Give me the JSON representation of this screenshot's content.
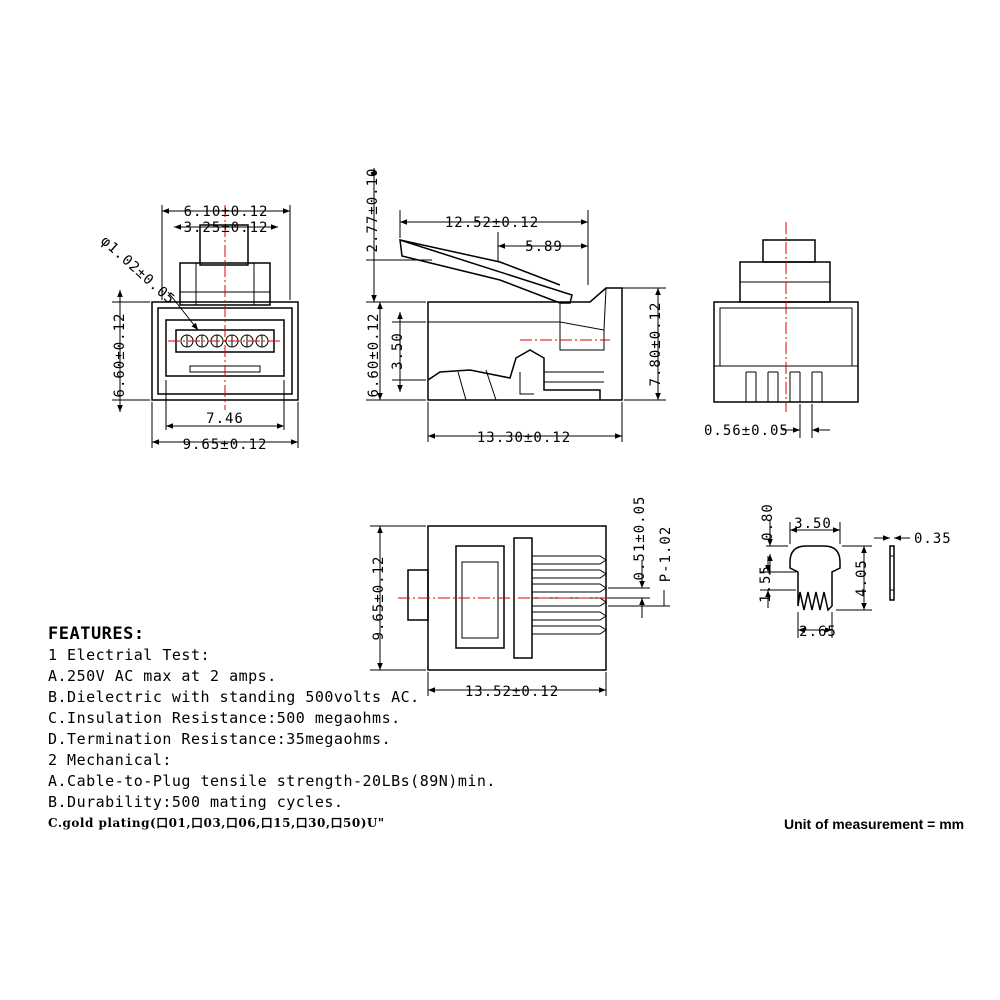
{
  "front_view": {
    "dim_top_width": "6.10±0.12",
    "dim_tab_width": "3.25±0.12",
    "dim_contact_dia": "φ1.02±0.05",
    "dim_height": "6.60±0.12",
    "dim_inner_width": "7.46",
    "dim_body_width": "9.65±0.12"
  },
  "side_view": {
    "dim_latch_height": "2.77±0.10",
    "dim_latch_length": "12.52±0.12",
    "dim_latch_offset": "5.89",
    "dim_body_height": "6.60±0.12",
    "dim_slot": "3.50",
    "dim_total_height": "7.80±0.12",
    "dim_body_length": "13.30±0.12"
  },
  "end_view": {
    "dim_contact_width": "0.56±0.05"
  },
  "bottom_view": {
    "dim_width": "9.65±0.12",
    "dim_contact": "0.51±0.05",
    "dim_pitch": "P-1.02",
    "dim_length": "13.52±0.12"
  },
  "contact_detail": {
    "dim_top": "0.80",
    "dim_width": "3.50",
    "dim_height": "4.05",
    "dim_mid": "1.55",
    "dim_base": "2.65",
    "dim_thickness": "0.35"
  },
  "features": {
    "heading": "FEATURES:",
    "lines": [
      "1 Electrial Test:",
      "A.250V AC max at 2 amps.",
      "B.Dielectric with standing 500volts AC.",
      "C.Insulation Resistance:500 megaohms.",
      "D.Termination Resistance:35megaohms.",
      "2 Mechanical:",
      "A.Cable-to-Plug tensile strength-20LBs(89N)min.",
      "B.Durability:500 mating cycles."
    ],
    "plating": "C.gold plating(口01,口03,口06,口15,口30,口50)U\""
  },
  "unit_note": "Unit of measurement = mm",
  "colors": {
    "line": "#000000",
    "centerline": "#dd0000"
  }
}
